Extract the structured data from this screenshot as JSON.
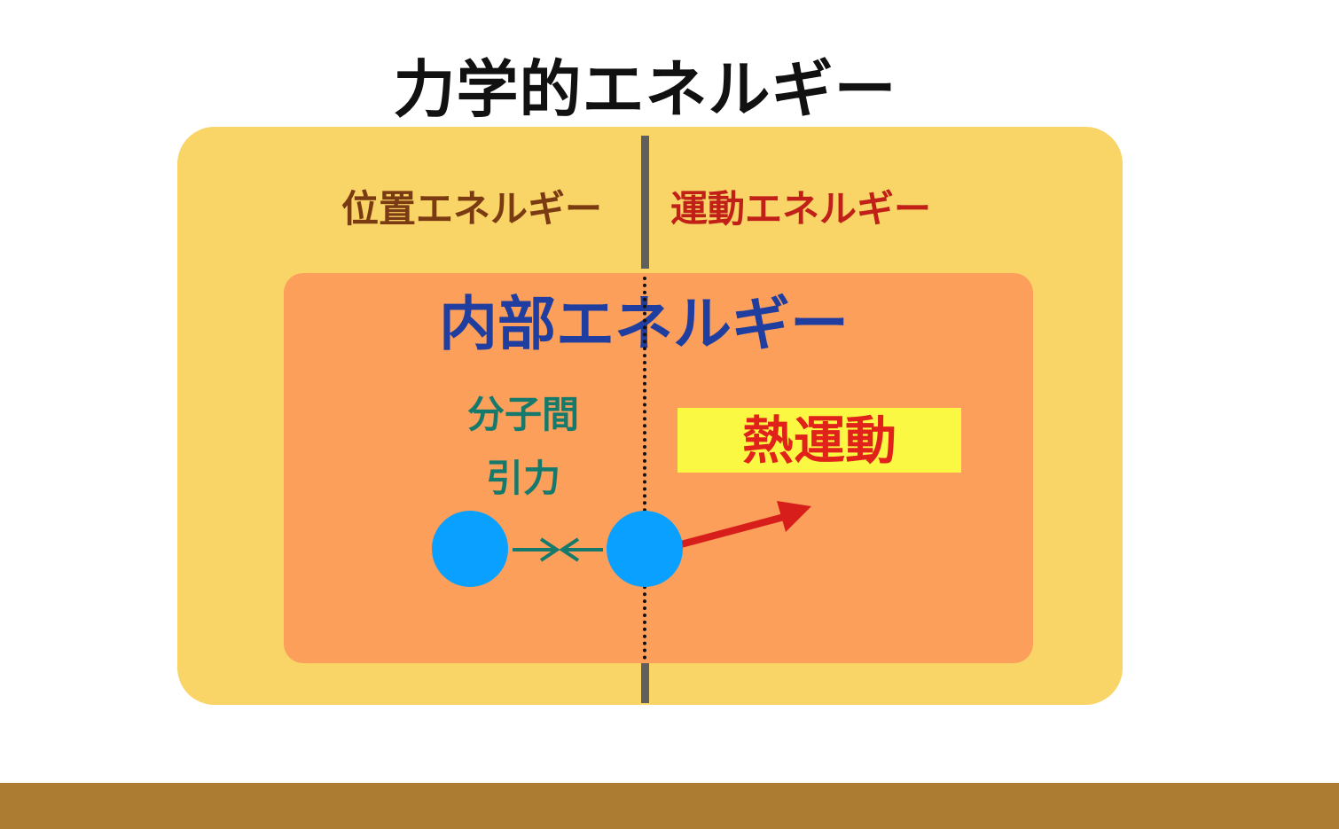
{
  "title": "力学的エネルギー",
  "potential_energy_label": "位置エネルギー",
  "kinetic_energy_label": "運動エネルギー",
  "internal_energy_label": "内部エネルギー",
  "intermolecular_label_line1": "分子間",
  "intermolecular_label_line2": "引力",
  "thermal_motion_label": "熱運動",
  "colors": {
    "outer_box": "#f9d466",
    "inner_box": "#fb9f5b",
    "molecule": "#0aa0ff",
    "attraction_arrow": "#157a6b",
    "motion_arrow": "#d81e1a",
    "thermal_highlight": "#fbf843",
    "floor": "#ad7c33"
  }
}
